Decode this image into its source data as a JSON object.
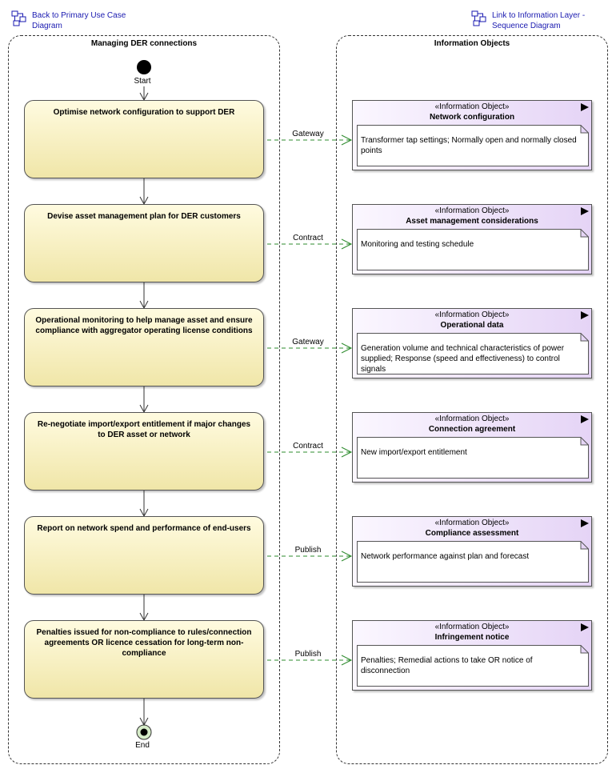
{
  "links": {
    "back": "Back to Primary Use Case Diagram",
    "sequence": "Link to Information Layer - Sequence Diagram"
  },
  "lanes": {
    "left_title": "Managing DER connections",
    "right_title": "Information Objects"
  },
  "start_label": "Start",
  "end_label": "End",
  "stereotype": "«Information Object»",
  "colors": {
    "activity_fill": "#f7efc0",
    "object_fill": "#e8d8f8",
    "flow_line": "#2e8b2e",
    "control_line": "#333333"
  },
  "activities": [
    {
      "title": "Optimise network configuration to support DER"
    },
    {
      "title": "Devise asset management plan for DER customers"
    },
    {
      "title": "Operational monitoring to help manage asset and ensure compliance with aggregator operating license conditions"
    },
    {
      "title": "Re-negotiate import/export entitlement if major changes to DER asset or network"
    },
    {
      "title": "Report on network spend and performance of end-users"
    },
    {
      "title": "Penalties issued for non-compliance to rules/connection agreements OR licence cessation for long-term non-compliance"
    }
  ],
  "flows": [
    {
      "label": "Gateway"
    },
    {
      "label": "Contract"
    },
    {
      "label": "Gateway"
    },
    {
      "label": "Contract"
    },
    {
      "label": "Publish"
    },
    {
      "label": "Publish"
    }
  ],
  "objects": [
    {
      "name": "Network configuration",
      "note": "Transformer tap settings; Normally open and normally closed points"
    },
    {
      "name": "Asset management considerations",
      "note": "Monitoring and testing schedule"
    },
    {
      "name": "Operational data",
      "note": "Generation volume and technical characteristics of power supplied; Response (speed and effectiveness) to control signals"
    },
    {
      "name": "Connection agreement",
      "note": "New import/export entitlement"
    },
    {
      "name": "Compliance assessment",
      "note": "Network performance against plan and forecast"
    },
    {
      "name": "Infringement notice",
      "note": "Penalties; Remedial actions to take OR notice of disconnection"
    }
  ]
}
